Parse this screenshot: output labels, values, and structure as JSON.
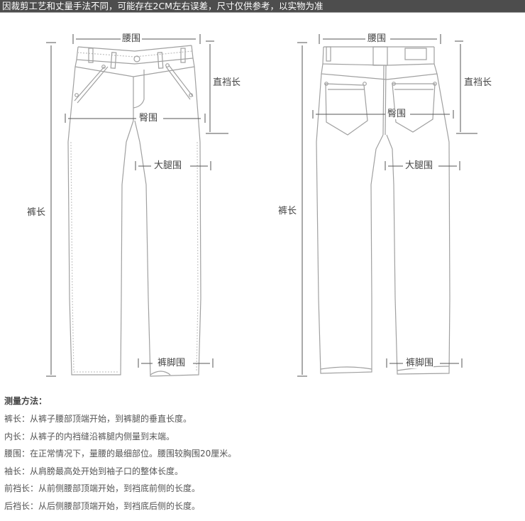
{
  "header": {
    "notice": "因裁剪工艺和丈量手法不同，可能存在2CM左右误差，尺寸仅供参考，以实物为准"
  },
  "diagram": {
    "front_view": {
      "labels": {
        "waist": "腰围",
        "front_rise": "直裆长",
        "hip": "臀围",
        "thigh": "大腿围",
        "length": "裤长",
        "leg_opening": "裤脚围"
      }
    },
    "back_view": {
      "labels": {
        "waist": "腰围",
        "front_rise": "直裆长",
        "hip": "臀围",
        "thigh": "大腿围",
        "length": "裤长",
        "leg_opening": "裤脚围"
      }
    },
    "colors": {
      "outline": "#9a9a9a",
      "measure_line": "#444444",
      "header_bg": "#4d4d4d"
    }
  },
  "methods": {
    "title": "测量方法：",
    "items": [
      "裤长：从裤子腰部顶端开始，到裤腿的垂直长度。",
      "内长：从裤子的内裆缝沿裤腿内侧量到末端。",
      "腰围：在正常情况下，量腰的最细部位。腰围较胸围20厘米。",
      "袖长：从肩膀最高处开始到袖子口的整体长度。",
      "前裆长：从前侧腰部顶端开始，到裆底前侧的长度。",
      "后裆长：从后侧腰部顶端开始，到裆底后侧的长度。"
    ]
  }
}
